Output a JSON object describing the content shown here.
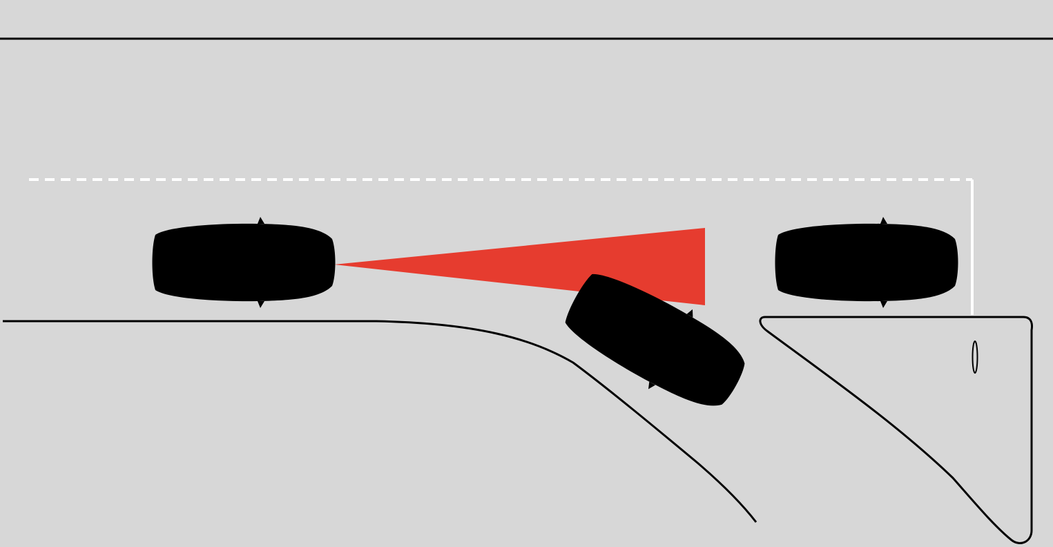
{
  "scene": {
    "type": "traffic-diagram",
    "description_visible_text": "",
    "colors": {
      "road": "#d7d7d7",
      "road_edge_line": "#000000",
      "lane_marking": "#ffffff",
      "sensor_beam": "#e63c2f",
      "ego_car": "#ececec",
      "turning_car": "#6e6e6e",
      "parked_car": "#747474"
    },
    "vehicles": [
      {
        "role": "ego",
        "icon": "car-top-view-icon",
        "color_key": "ego_car"
      },
      {
        "role": "turning",
        "icon": "car-top-view-icon",
        "color_key": "turning_car"
      },
      {
        "role": "stopped",
        "icon": "car-top-view-icon",
        "color_key": "parked_car"
      }
    ],
    "sensor": {
      "icon": "radar-beam-icon",
      "color_key": "sensor_beam"
    }
  }
}
